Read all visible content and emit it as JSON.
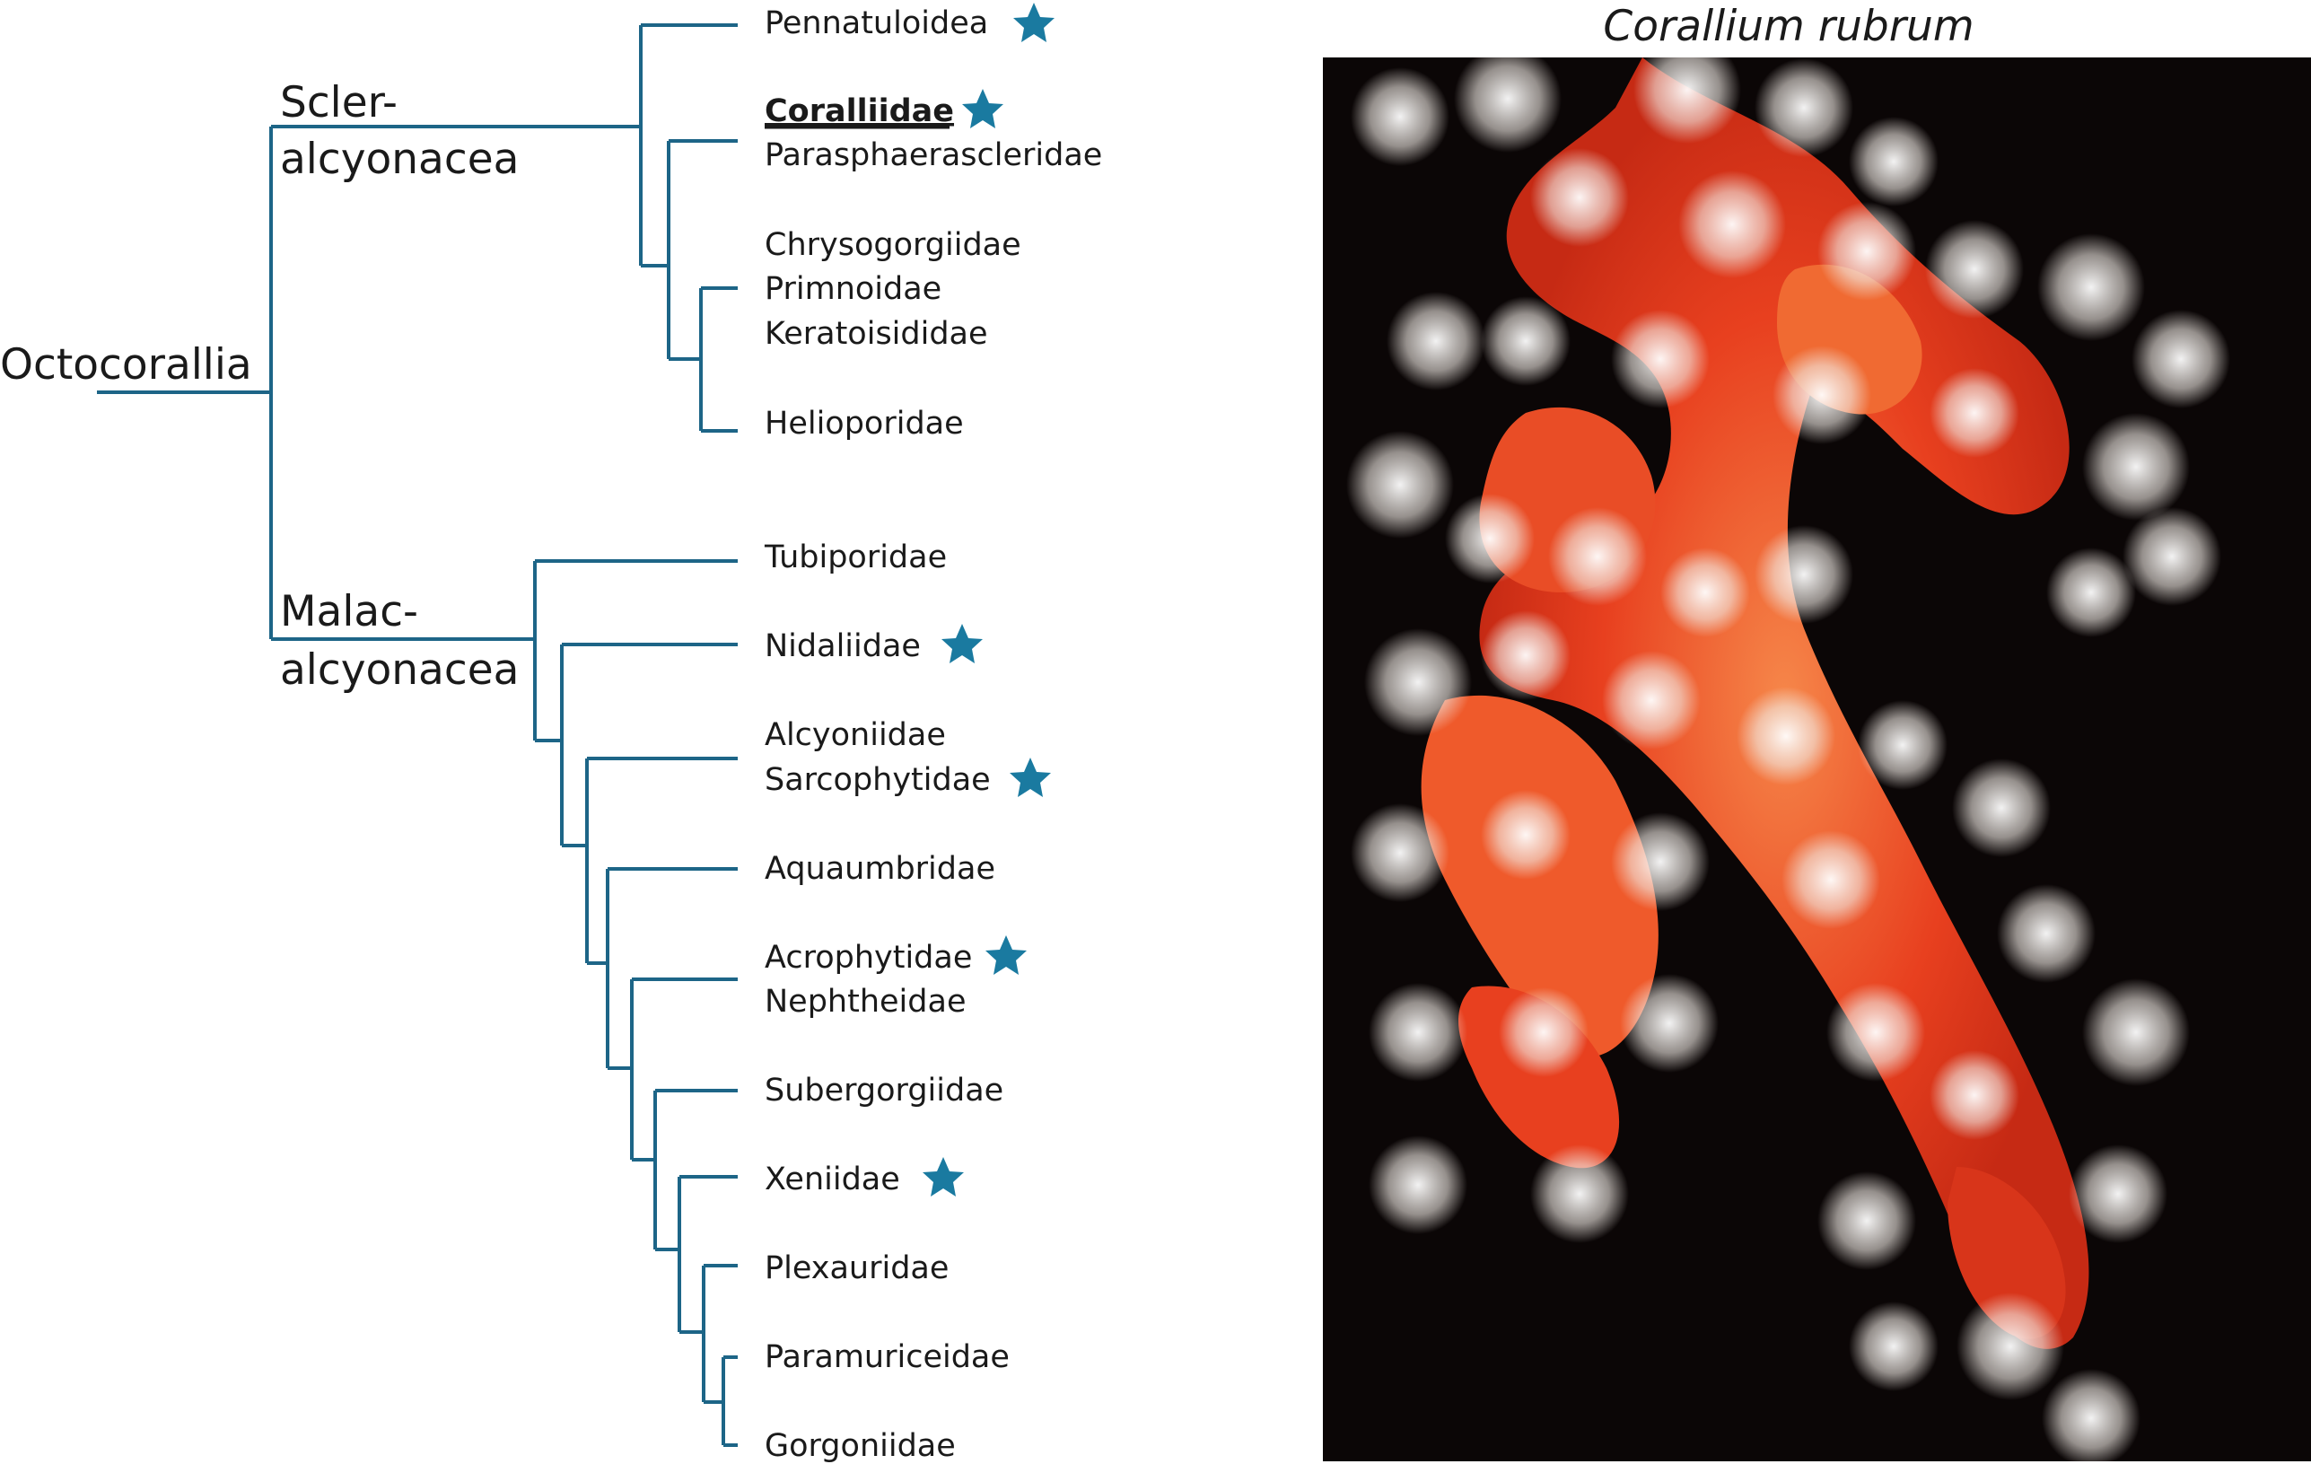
{
  "figure": {
    "root": "Octocorallia",
    "clades": [
      {
        "id": "scler",
        "label_lines": [
          "Scler-",
          "alcyonacea"
        ]
      },
      {
        "id": "malac",
        "label_lines": [
          "Malac-",
          "alcyonacea"
        ]
      }
    ],
    "taxa": [
      {
        "label": "Pennatuloidea",
        "starred": true,
        "highlighted": false
      },
      {
        "label": "Coralliidae",
        "starred": true,
        "highlighted": true
      },
      {
        "label": "Parasphaerascleridae",
        "starred": false,
        "highlighted": false
      },
      {
        "label": "Chrysogorgiidae",
        "starred": false,
        "highlighted": false
      },
      {
        "label": "Primnoidae",
        "starred": false,
        "highlighted": false
      },
      {
        "label": "Keratoisididae",
        "starred": false,
        "highlighted": false
      },
      {
        "label": "Helioporidae",
        "starred": false,
        "highlighted": false
      },
      {
        "label": "Tubiporidae",
        "starred": false,
        "highlighted": false
      },
      {
        "label": "Nidaliidae",
        "starred": true,
        "highlighted": false
      },
      {
        "label": "Alcyoniidae",
        "starred": false,
        "highlighted": false
      },
      {
        "label": "Sarcophytidae",
        "starred": true,
        "highlighted": false
      },
      {
        "label": "Aquaumbridae",
        "starred": false,
        "highlighted": false
      },
      {
        "label": "Acrophytidae",
        "starred": true,
        "highlighted": false
      },
      {
        "label": "Nephtheidae",
        "starred": false,
        "highlighted": false
      },
      {
        "label": "Subergorgiidae",
        "starred": false,
        "highlighted": false
      },
      {
        "label": "Xeniidae",
        "starred": true,
        "highlighted": false
      },
      {
        "label": "Plexauridae",
        "starred": false,
        "highlighted": false
      },
      {
        "label": "Paramuriceidae",
        "starred": false,
        "highlighted": false
      },
      {
        "label": "Gorgoniidae",
        "starred": false,
        "highlighted": false
      }
    ],
    "photo": {
      "title": "Corallium rubrum",
      "subject": "red coral colony with white polyps on black background"
    },
    "colors": {
      "branch": "#1d6587",
      "star": "#1a7aa0",
      "text": "#1a1a1a",
      "photo_background": "#0b0606",
      "coral_red": "#e8401f",
      "coral_orange": "#f47a3c",
      "polyp_white": "#f2ece6"
    }
  }
}
